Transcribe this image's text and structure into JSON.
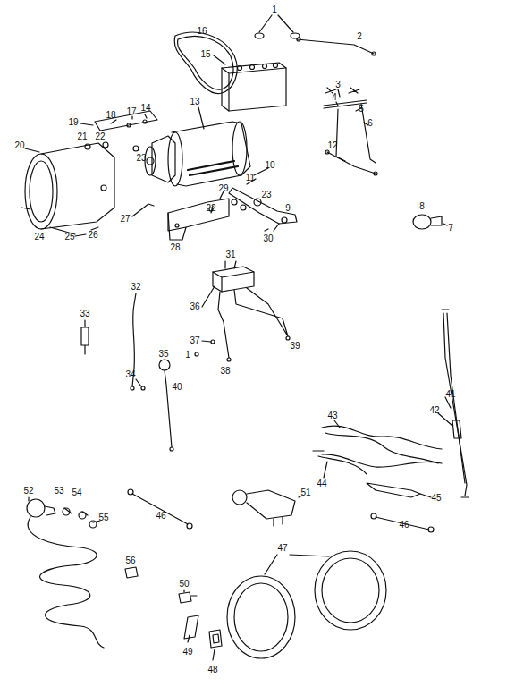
{
  "diagram": {
    "labels": [
      "1",
      "2",
      "16",
      "15",
      "3",
      "4",
      "5",
      "6",
      "13",
      "14",
      "17",
      "18",
      "19",
      "20",
      "21",
      "22",
      "23",
      "12",
      "10",
      "11",
      "29",
      "23",
      "22",
      "9",
      "8",
      "7",
      "27",
      "24",
      "25",
      "26",
      "28",
      "30",
      "31",
      "32",
      "33",
      "36",
      "37",
      "1",
      "39",
      "35",
      "38",
      "34",
      "40",
      "41",
      "42",
      "43",
      "44",
      "52",
      "53",
      "54",
      "51",
      "45",
      "55",
      "46",
      "46",
      "47",
      "56",
      "50",
      "49",
      "48"
    ]
  }
}
